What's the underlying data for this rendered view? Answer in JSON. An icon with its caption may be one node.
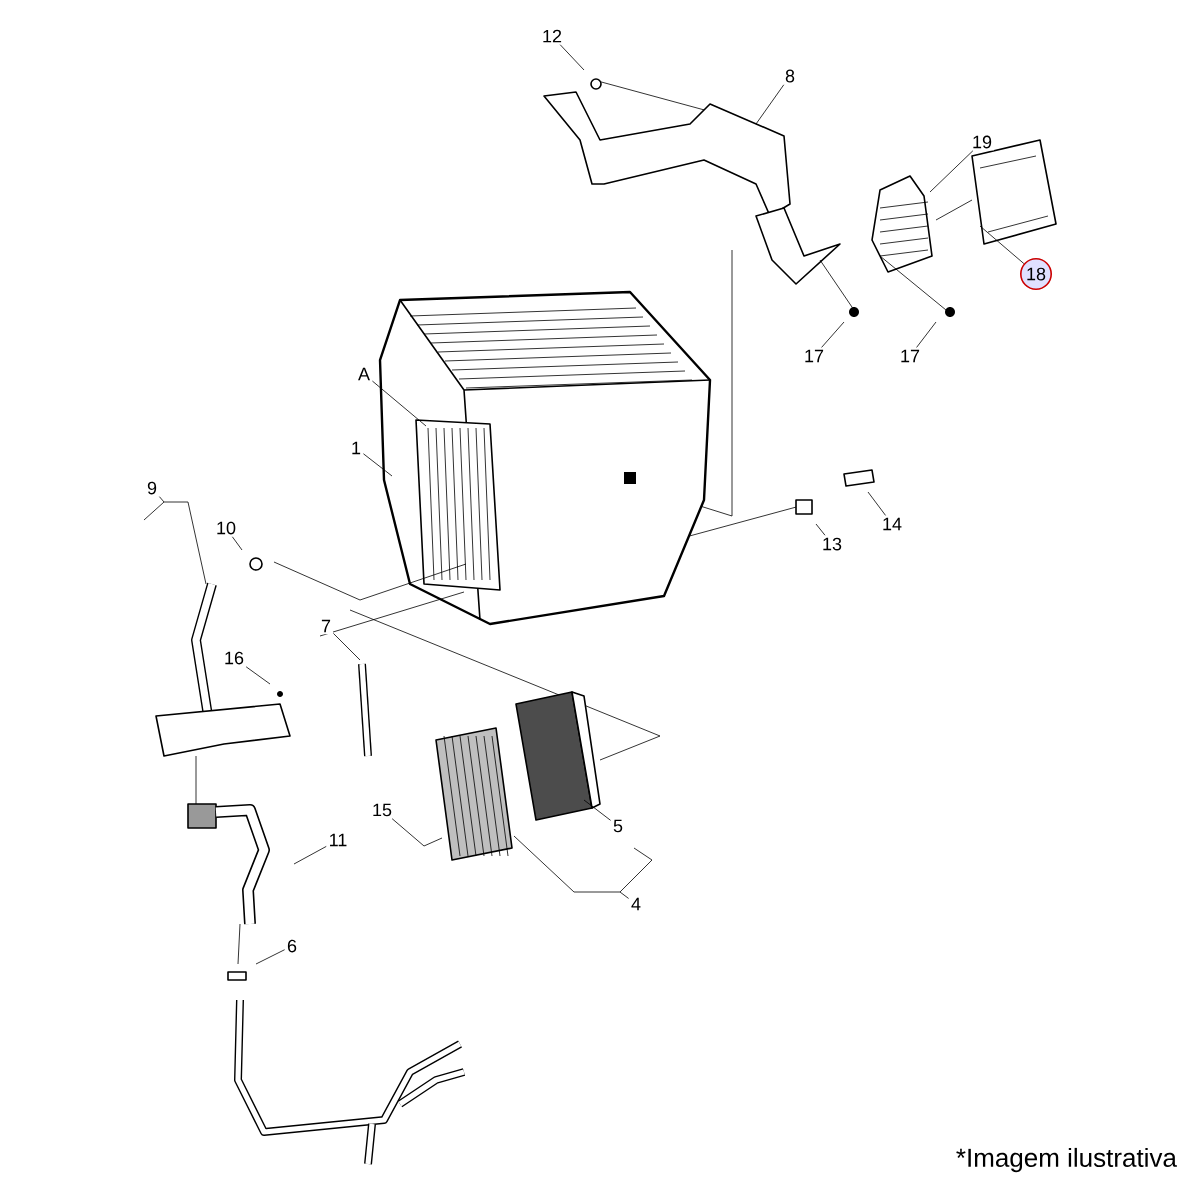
{
  "diagram": {
    "nodes": [
      {
        "text": [
          "12"
        ]
      },
      {
        "text": [
          "8"
        ]
      },
      {
        "text": [
          "19"
        ]
      },
      {
        "text": [
          "18"
        ]
      },
      {
        "text": [
          "17"
        ]
      },
      {
        "text": [
          "17"
        ]
      },
      {
        "text": [
          "A"
        ]
      },
      {
        "text": [
          "1"
        ]
      },
      {
        "text": [
          "9"
        ]
      },
      {
        "text": [
          "10"
        ]
      },
      {
        "text": [
          "13"
        ]
      },
      {
        "text": [
          "14"
        ]
      },
      {
        "text": [
          "16"
        ]
      },
      {
        "text": [
          "7"
        ]
      },
      {
        "text": [
          "15"
        ]
      },
      {
        "text": [
          "5"
        ]
      },
      {
        "text": [
          "4"
        ]
      },
      {
        "text": [
          "11"
        ]
      },
      {
        "text": [
          "6"
        ]
      }
    ],
    "edges": [
      {
        "from": 0,
        "to": null,
        "arrow": "none"
      },
      {
        "from": 1,
        "to": null,
        "arrow": "none"
      },
      {
        "from": 2,
        "to": null,
        "arrow": "none"
      },
      {
        "from": 3,
        "to": null,
        "arrow": "none"
      },
      {
        "from": 4,
        "to": null,
        "arrow": "none"
      },
      {
        "from": 5,
        "to": null,
        "arrow": "none"
      },
      {
        "from": 6,
        "to": null,
        "arrow": "none"
      },
      {
        "from": 7,
        "to": null,
        "arrow": "none"
      },
      {
        "from": 8,
        "to": null,
        "arrow": "none"
      },
      {
        "from": 9,
        "to": null,
        "arrow": "none"
      },
      {
        "from": 10,
        "to": null,
        "arrow": "none"
      },
      {
        "from": 11,
        "to": null,
        "arrow": "none"
      },
      {
        "from": 12,
        "to": null,
        "arrow": "none"
      },
      {
        "from": 13,
        "to": null,
        "arrow": "none"
      },
      {
        "from": 14,
        "to": null,
        "arrow": "none"
      },
      {
        "from": 15,
        "to": null,
        "arrow": "none"
      },
      {
        "from": 16,
        "to": null,
        "arrow": "none"
      },
      {
        "from": 17,
        "to": null,
        "arrow": "none"
      },
      {
        "from": 18,
        "to": null,
        "arrow": "none"
      }
    ],
    "labels": [
      "*Imagem ilustrativa"
    ]
  }
}
